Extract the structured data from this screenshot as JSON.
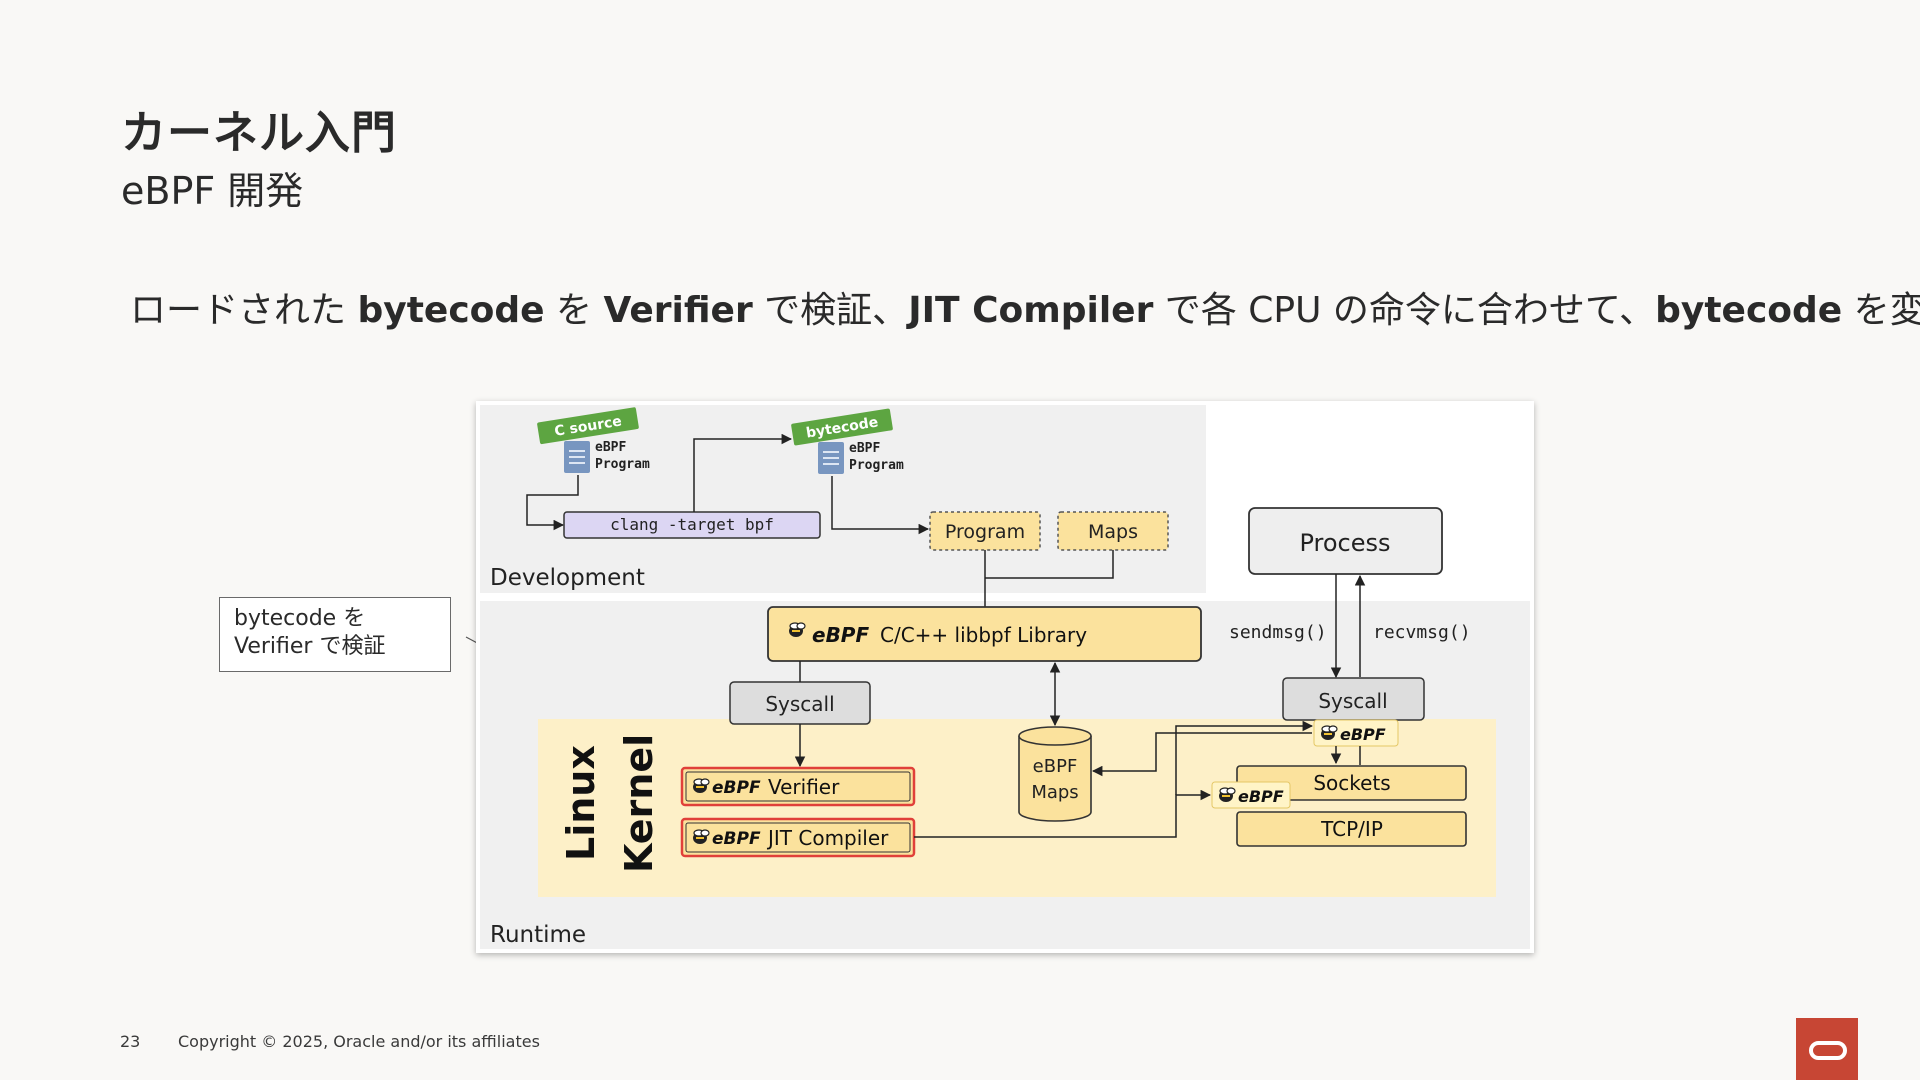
{
  "slide": {
    "title": "カーネル入門",
    "subtitle": "eBPF 開発",
    "lead": {
      "p1": "ロードされた ",
      "b1": "bytecode",
      "p2": " を ",
      "b2": "Verifier",
      "p3": " で検証、",
      "b3": "JIT Compiler",
      "p4": " で各 CPU の命令に合わせて、",
      "b4": "bytecode",
      "p5": " を変換"
    },
    "callout": {
      "line1": "bytecode を",
      "line2": "Verifier で検証"
    },
    "footer": {
      "page": "23",
      "copyright": "Copyright © 2025, Oracle and/or its affiliates"
    }
  },
  "diagram": {
    "tag_c_source": "C source",
    "tag_bytecode": "bytecode",
    "file1": {
      "line1": "eBPF",
      "line2": "Program"
    },
    "file2": {
      "line1": "eBPF",
      "line2": "Program"
    },
    "clang": "clang -target bpf",
    "program": "Program",
    "maps": "Maps",
    "development": "Development",
    "process": "Process",
    "sendmsg": "sendmsg()",
    "recvmsg": "recvmsg()",
    "ebpf": "eBPF",
    "libbpf": "C/C++ libbpf Library",
    "syscall_left": "Syscall",
    "syscall_right": "Syscall",
    "linux": "Linux",
    "kernel": "Kernel",
    "verifier": "Verifier",
    "jit": "JIT Compiler",
    "ebpf_maps": {
      "line1": "eBPF",
      "line2": "Maps"
    },
    "sockets": "Sockets",
    "tcpip": "TCP/IP",
    "runtime": "Runtime"
  },
  "colors": {
    "accent_red": "#c74634",
    "box_yellow": "#fbe29d",
    "kernel_band": "#fdf0c8",
    "tag_green": "#5da541",
    "clang_purple": "#dcd6f3",
    "highlight_red": "#e0403a"
  }
}
